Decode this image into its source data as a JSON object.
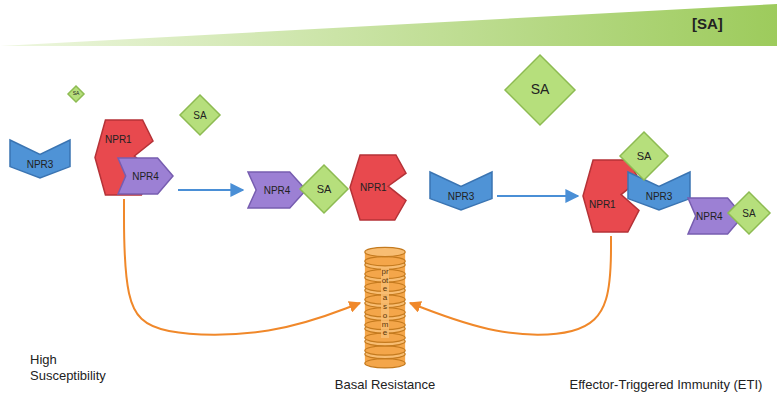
{
  "diagram": {
    "nodes": [
      {
        "text": [
          "SA"
        ]
      },
      {
        "text": [
          "NPR3"
        ]
      },
      {
        "text": [
          "NPR1"
        ]
      },
      {
        "text": [
          "NPR4"
        ]
      },
      {
        "text": [
          "SA"
        ]
      },
      {
        "text": [
          "NPR4"
        ]
      },
      {
        "text": [
          "SA"
        ]
      },
      {
        "text": [
          "NPR1"
        ]
      },
      {
        "text": [
          "SA"
        ]
      },
      {
        "text": [
          "NPR3"
        ]
      },
      {
        "text": [
          "SA"
        ]
      },
      {
        "text": [
          "NPR1"
        ]
      },
      {
        "text": [
          "NPR3"
        ]
      },
      {
        "text": [
          "NPR4"
        ]
      },
      {
        "text": [
          "SA"
        ]
      },
      {
        "text": [
          "proteasome"
        ]
      }
    ],
    "edges": [
      {
        "from": 3,
        "to": 5,
        "arrow": "to"
      },
      {
        "from": 9,
        "to": 11,
        "arrow": "to"
      },
      {
        "from": 2,
        "to": 15,
        "arrow": "to"
      },
      {
        "from": 11,
        "to": 15,
        "arrow": "to"
      }
    ],
    "labels": [
      "[SA]",
      "High Susceptibility",
      "Basal Resistance",
      "Effector-Triggered Immunity (ETI)"
    ]
  }
}
